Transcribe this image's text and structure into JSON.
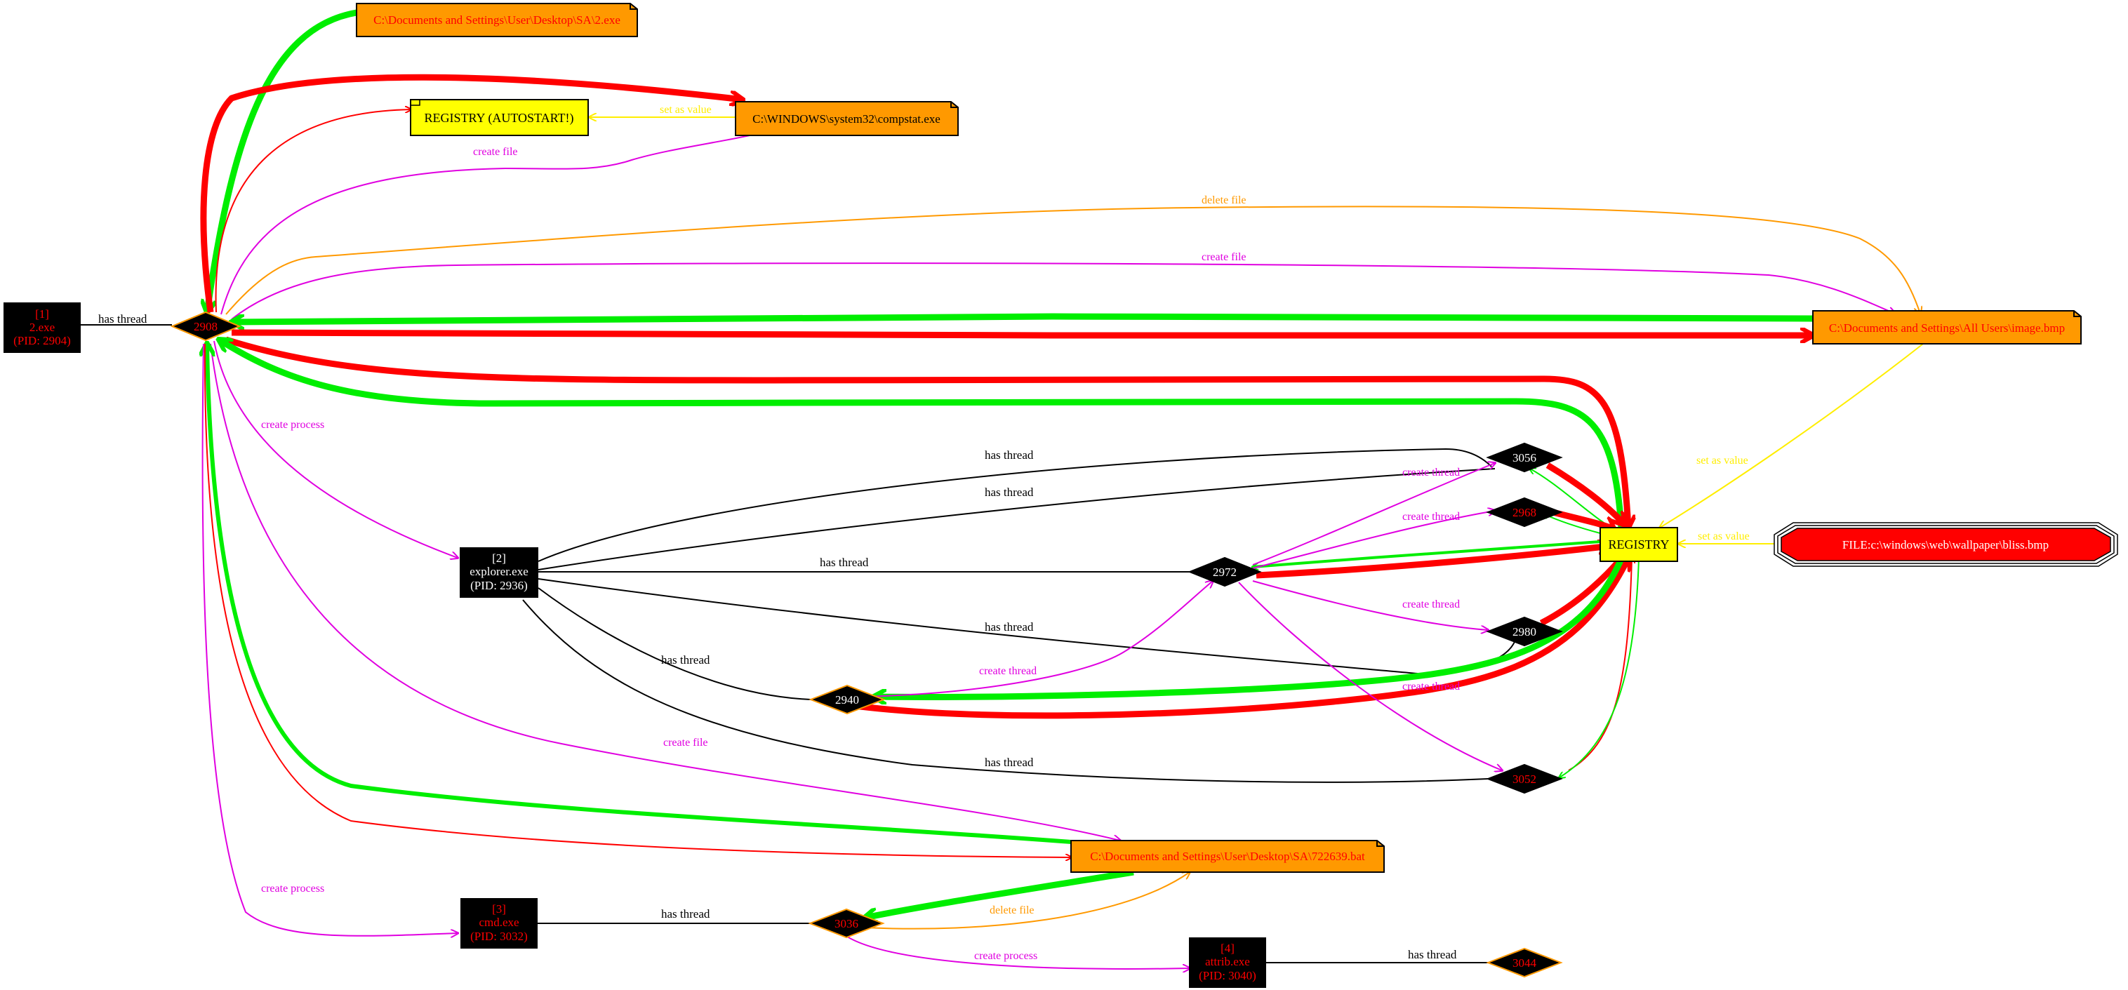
{
  "colors": {
    "black": "#000000",
    "red": "#ff0000",
    "green": "#00ee00",
    "magenta": "#e000e0",
    "orange": "#ff9900",
    "yellow": "#ffff00",
    "file_fill": "#ff9900",
    "registry_fill": "#ffff00"
  },
  "processes": {
    "p1": {
      "line1": "[1]",
      "line2": "2.exe",
      "line3": "(PID: 2904)"
    },
    "p2": {
      "line1": "[2]",
      "line2": "explorer.exe",
      "line3": "(PID: 2936)"
    },
    "p3": {
      "line1": "[3]",
      "line2": "cmd.exe",
      "line3": "(PID: 3032)"
    },
    "p4": {
      "line1": "[4]",
      "line2": "attrib.exe",
      "line3": "(PID: 3040)"
    }
  },
  "threads": {
    "t2908": "2908",
    "t3056": "3056",
    "t2968": "2968",
    "t2972": "2972",
    "t2980": "2980",
    "t2940": "2940",
    "t3052": "3052",
    "t3036": "3036",
    "t3044": "3044"
  },
  "files": {
    "f_2exe": "C:\\Documents and Settings\\User\\Desktop\\SA\\2.exe",
    "f_compstat": "C:\\WINDOWS\\system32\\compstat.exe",
    "f_image": "C:\\Documents and Settings\\All Users\\image.bmp",
    "f_bat": "C:\\Documents and Settings\\User\\Desktop\\SA\\722639.bat"
  },
  "registry": {
    "autostart": "REGISTRY (AUTOSTART!)",
    "main": "REGISTRY"
  },
  "special": {
    "bliss": "FILE:c:\\windows\\web\\wallpaper\\bliss.bmp"
  },
  "edge_labels": {
    "has_thread": "has thread",
    "create_file": "create file",
    "delete_file": "delete file",
    "create_process": "create process",
    "create_thread": "create thread",
    "set_as_value": "set as value"
  }
}
